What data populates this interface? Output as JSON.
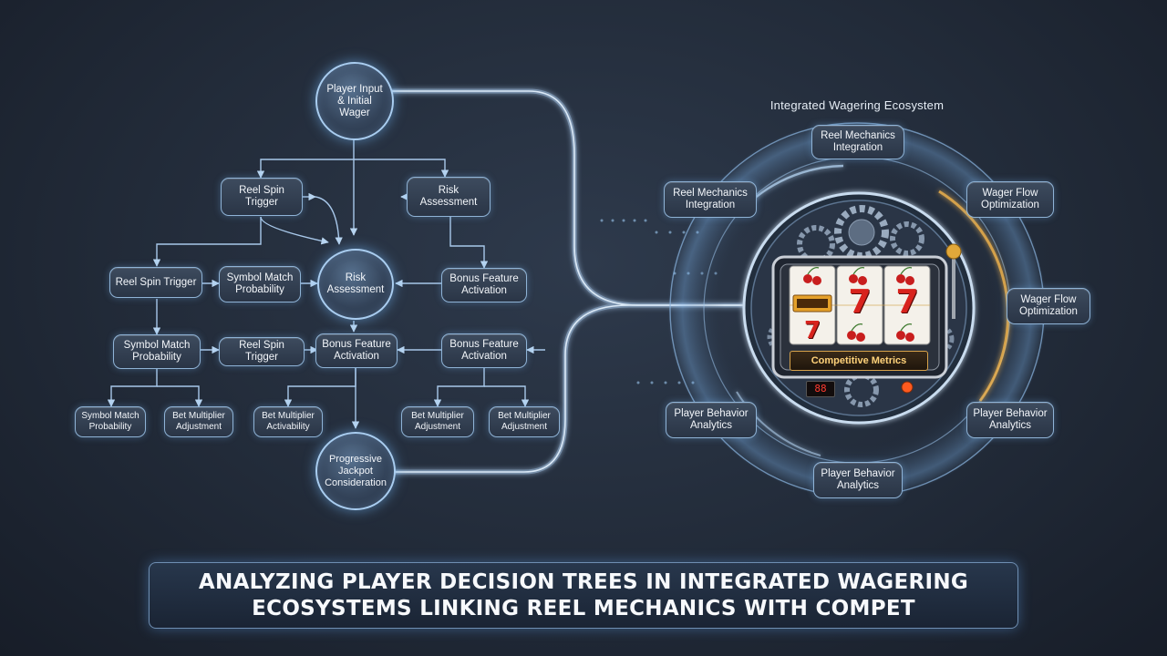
{
  "tree": {
    "root": "Player Input\n& Initial Wager",
    "reel_spin_top": "Reel Spin\nTrigger",
    "risk_top": "Risk\nAssessment",
    "reel_spin_left": "Reel Spin Trigger",
    "symbol_match_mid": "Symbol Match\nProbability",
    "risk_center": "Risk\nAssessment",
    "bonus_right": "Bonus Feature\nActivation",
    "symbol_match_left": "Symbol Match\nProbability",
    "reel_spin_mid": "Reel Spin Trigger",
    "bonus_center": "Bonus Feature\nActivation",
    "bonus_far": "Bonus Feature\nActivation",
    "leaf_1": "Symbol Match\nProbability",
    "leaf_2": "Bet Multiplier\nAdjustment",
    "leaf_3": "Bet Multiplier\nActivability",
    "leaf_4": "Bet Multiplier\nAdjustment",
    "leaf_5": "Bet Multiplier\nAdjustment",
    "jackpot": "Progressive\nJackpot\nConsideration"
  },
  "ecosystem": {
    "title": "Integrated Wagering Ecosystem",
    "top": "Reel Mechanics\nIntegration",
    "upper_left": "Reel Mechanics\nIntegration",
    "upper_right": "Wager Flow\nOptimization",
    "right": "Wager Flow\nOptimization",
    "lower_left": "Player Behavior\nAnalytics",
    "lower_right": "Player Behavior\nAnalytics",
    "bottom": "Player Behavior\nAnalytics",
    "machine_label": "Competitive Metrics",
    "counter": "88"
  },
  "banner": {
    "text": "ANALYZING PLAYER DECISION TREES IN INTEGRATED WAGERING\nECOSYSTEMS LINKING REEL MECHANICS WITH COMPET"
  },
  "colors": {
    "glow": "#9fd0ff",
    "connector": "#a8c8ea",
    "gold": "#e8a93a",
    "seven_red": "#d8231d"
  },
  "icons": [
    "slot-machine-icon",
    "gear-icon",
    "cherry-icon",
    "seven-icon",
    "bar-icon",
    "lever-icon"
  ]
}
